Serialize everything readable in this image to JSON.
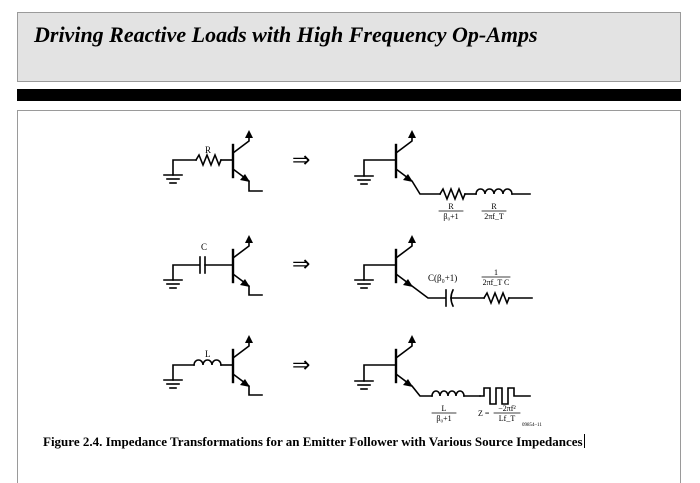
{
  "header": {
    "title": "Driving Reactive Loads with High Frequency Op-Amps"
  },
  "figure": {
    "row1": {
      "src_label": "R",
      "out_r_num": "R",
      "out_r_den": "β₀+1",
      "out_l_num": "R",
      "out_l_den": "2πf_T"
    },
    "row2": {
      "src_label": "C",
      "out_c_label": "C(β₀+1)",
      "out_r_num": "1",
      "out_r_den": "2πf_T C"
    },
    "row3": {
      "src_label": "L",
      "out_l_num": "L",
      "out_l_den": "β₀+1",
      "out_z_lhs": "Z =",
      "out_z_num": "−2πf²",
      "out_z_den": "Lf_T"
    },
    "code": "09854–11",
    "arrow": "⇒",
    "caption": "Figure 2.4. Impedance Transformations for an Emitter Follower with Various Source Impedances"
  }
}
